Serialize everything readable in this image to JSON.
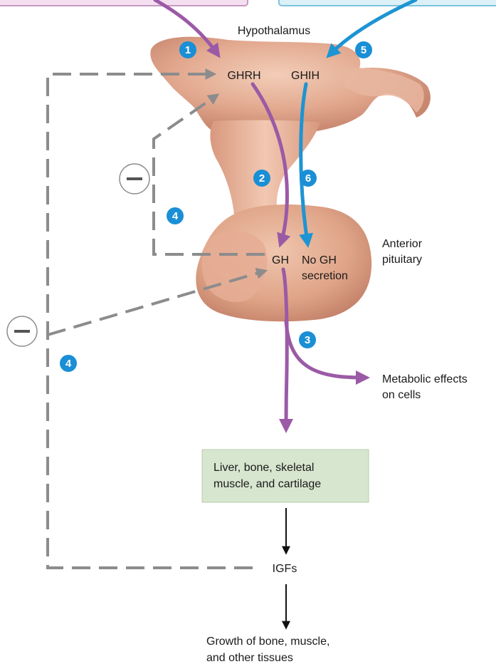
{
  "labels": {
    "hypothalamus": "Hypothalamus",
    "ghrh": "GHRH",
    "ghih": "GHIH",
    "gh": "GH",
    "no_gh_line1": "No GH",
    "no_gh_line2": "secretion",
    "anterior_line1": "Anterior",
    "anterior_line2": "pituitary",
    "metabolic_line1": "Metabolic effects",
    "metabolic_line2": "on cells",
    "targets_line1": "Liver, bone, skeletal",
    "targets_line2": "muscle, and cartilage",
    "igfs": "IGFs",
    "growth_line1": "Growth of bone, muscle,",
    "growth_line2": "and other tissues",
    "inhibit_symbol": "–"
  },
  "steps": {
    "s1": "1",
    "s2": "2",
    "s3": "3",
    "s4a": "4",
    "s4b": "4",
    "s5": "5",
    "s6": "6"
  },
  "colors": {
    "stimulatory_path": "#9b5aa6",
    "inhibitory_path": "#1d94d3",
    "feedback": "#8c8c8c",
    "step_badge": "#1a8fd6",
    "target_box": "#d7e6cf",
    "tissue": "#e0a88e",
    "arrow_black": "#111111"
  }
}
